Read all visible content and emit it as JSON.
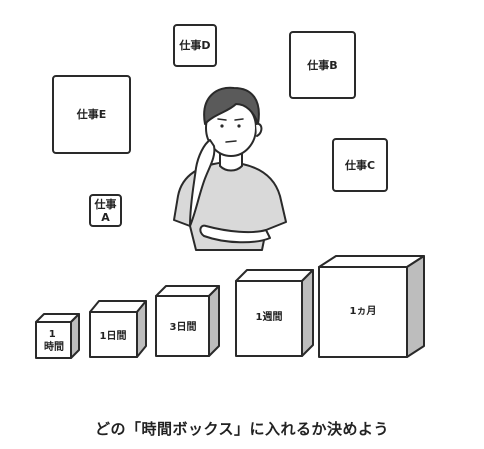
{
  "tasks": {
    "d": "仕事D",
    "b": "仕事B",
    "e": "仕事E",
    "c": "仕事C",
    "a": "仕事\nA"
  },
  "time_boxes": {
    "hour": "1\n時間",
    "day": "1日間",
    "three_days": "3日間",
    "week": "1週間",
    "month": "1ヵ月"
  },
  "caption": "どの「時間ボックス」に入れるか決めよう"
}
